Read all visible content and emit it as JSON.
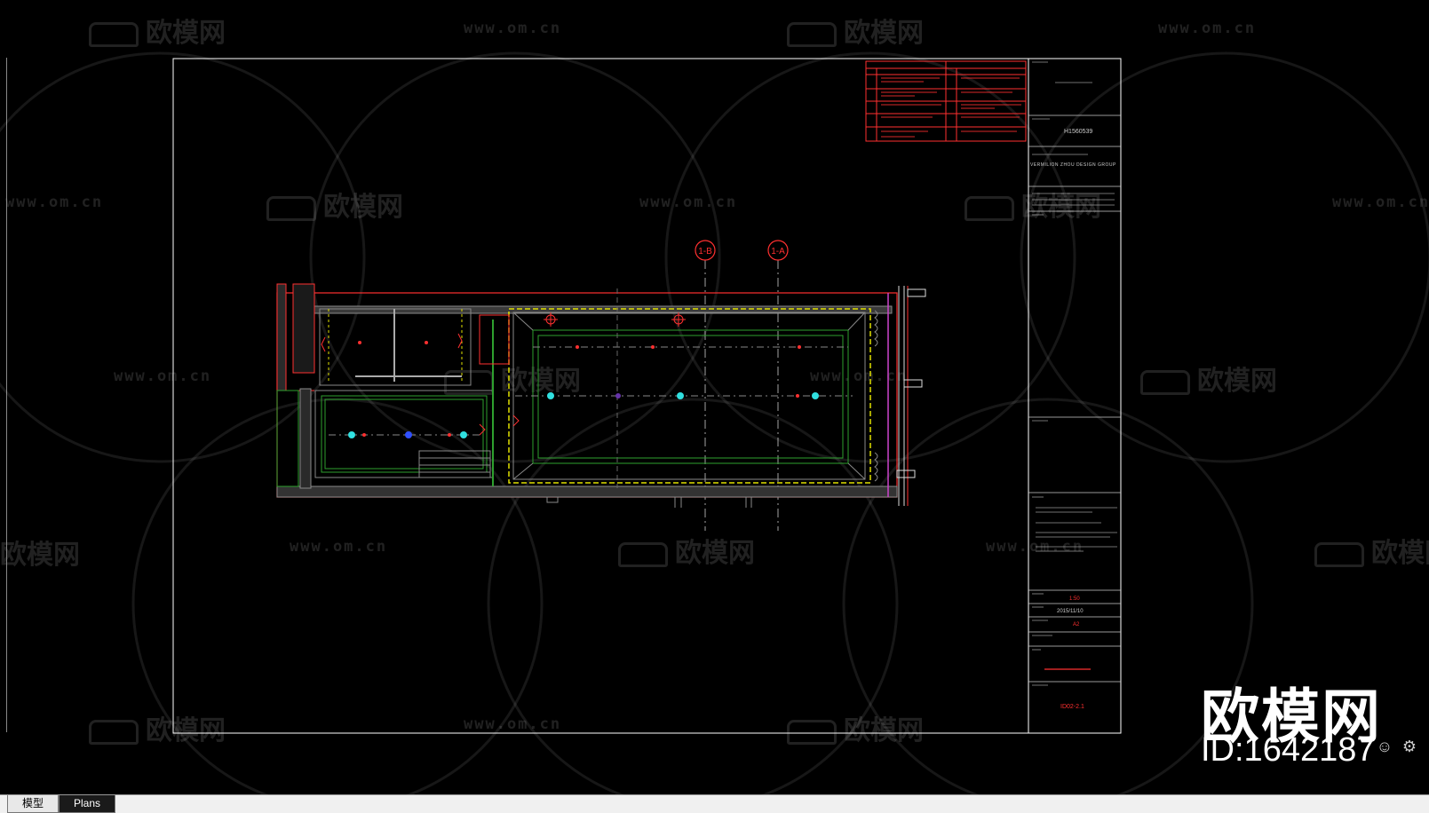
{
  "app": {
    "tabs": [
      {
        "label": "模型",
        "active": false
      },
      {
        "label": "Plans",
        "active": true
      }
    ]
  },
  "watermark": {
    "brand": "欧模网",
    "url": "www.om.cn",
    "id_label": "ID:1642187"
  },
  "drawing": {
    "grid_labels": [
      "1-B",
      "1-A"
    ],
    "title_block": {
      "project_code": "H1560539",
      "company_en": "VERMILION ZHOU DESIGN GROUP",
      "scale": "1:50",
      "date": "2015/11/10",
      "size": "A2",
      "drawing_no": "ID02-2.1"
    }
  },
  "colors": {
    "background": "#000000",
    "frame": "#ffffff",
    "wall": "#ff3030",
    "hatch": "#8a8a8a",
    "ceiling_green": "#2ea02e",
    "dim_yellow": "#e0e000",
    "axis": "#cccccc",
    "cyan_light": "#30e0e0",
    "blue_light": "#3050ff"
  }
}
